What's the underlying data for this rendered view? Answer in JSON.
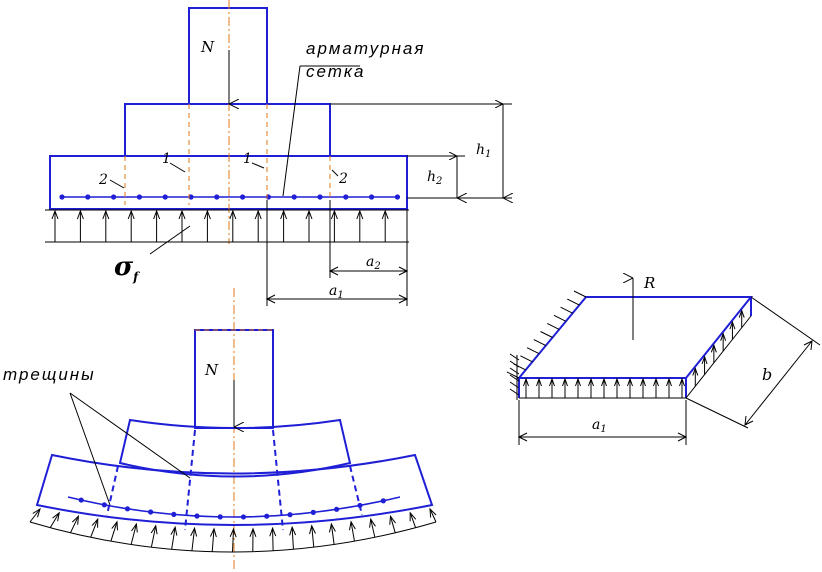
{
  "labels": {
    "force_top": "N",
    "force_bottom": "N",
    "mesh_line1": "арматурная",
    "mesh_line2": "сетка",
    "sec1_a": "1",
    "sec1_b": "1",
    "sec2_a": "2",
    "sec2_b": "2",
    "h1": "h",
    "h1_sub": "1",
    "h2": "h",
    "h2_sub": "2",
    "a2": "a",
    "a2_sub": "2",
    "a1": "a",
    "a1_sub": "1",
    "sigma": "σ",
    "sigma_sub": "f",
    "cracks": "трещины",
    "R": "R",
    "b": "b",
    "a1_plate": "a",
    "a1_plate_sub": "1"
  },
  "colors": {
    "outline": "#1f1fd6",
    "axis": "#e07a1a",
    "dimension": "#000000"
  }
}
